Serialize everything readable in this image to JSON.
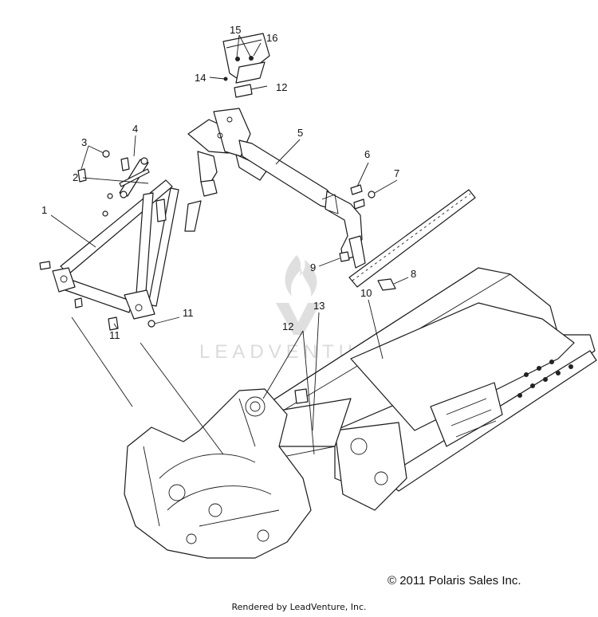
{
  "watermark": {
    "text": "LEADVENTURE"
  },
  "callouts": {
    "c1": "1",
    "c2": "2",
    "c3": "3",
    "c4": "4",
    "c5": "5",
    "c6": "6",
    "c7": "7",
    "c8": "8",
    "c9": "9",
    "c10": "10",
    "c11a": "11",
    "c11b": "11",
    "c12a": "12",
    "c12b": "12",
    "c13": "13",
    "c14": "14",
    "c15": "15",
    "c16": "16"
  },
  "copyright": "© 2011 Polaris Sales Inc.",
  "rendered_by": "Rendered by LeadVenture, Inc."
}
